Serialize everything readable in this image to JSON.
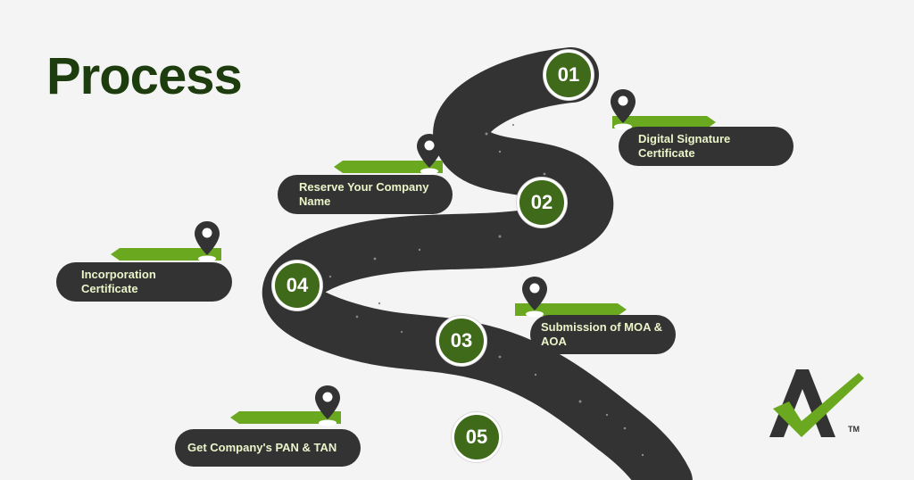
{
  "title": "Process",
  "steps": [
    {
      "number": "01",
      "label": "Digital Signature Certificate",
      "line1": "Digital Signature",
      "line2": "Certificate"
    },
    {
      "number": "02",
      "label": "Reserve Your Company Name",
      "line1": "Reserve Your Company",
      "line2": "Name"
    },
    {
      "number": "03",
      "label": "Submission of MOA & AOA",
      "line1": "Submission of MOA &",
      "line2": "AOA"
    },
    {
      "number": "04",
      "label": "Incorporation Certificate",
      "line1": "Incorporation",
      "line2": "Certificate"
    },
    {
      "number": "05",
      "label": "Get Company's PAN & TAN",
      "line1": "Get Company's PAN & TAN",
      "line2": ""
    }
  ],
  "logo": {
    "trademark": "TM"
  },
  "colors": {
    "road": "#333333",
    "accent": "#6aa81f",
    "circle": "#3e6a19",
    "title": "#1e3d0e"
  },
  "icons": [
    "map-pin-icon",
    "checkmark-logo-icon"
  ]
}
